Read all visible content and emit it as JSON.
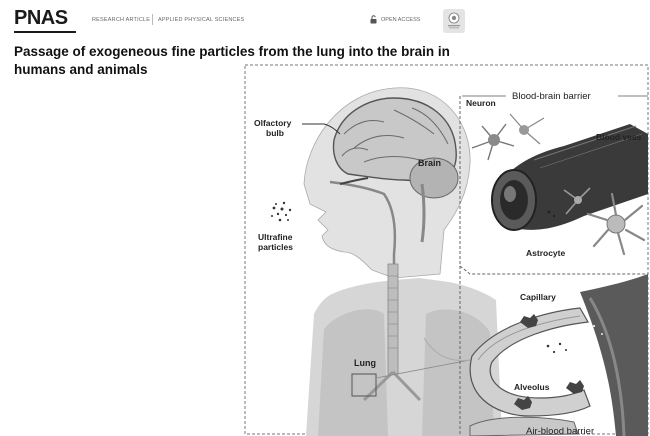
{
  "header": {
    "journal": "PNAS",
    "article_type": "RESEARCH ARTICLE",
    "section": "APPLIED PHYSICAL SCIENCES",
    "open_access": "OPEN ACCESS"
  },
  "title": "Passage of exogeneous fine particles from the lung into the brain in humans and animals",
  "figure": {
    "labels": {
      "olfactory_bulb_line1": "Olfactory",
      "olfactory_bulb_line2": "bulb",
      "brain": "Brain",
      "ultrafine_line1": "Ultrafine",
      "ultrafine_line2": "particles",
      "lung": "Lung",
      "bbb": "Blood-brain barrier",
      "neuron": "Neuron",
      "blood_vessel": "Blood vess",
      "astrocyte": "Astrocyte",
      "capillary": "Capillary",
      "alveolus": "Alveolus",
      "abb": "Air-blood barrier"
    }
  }
}
